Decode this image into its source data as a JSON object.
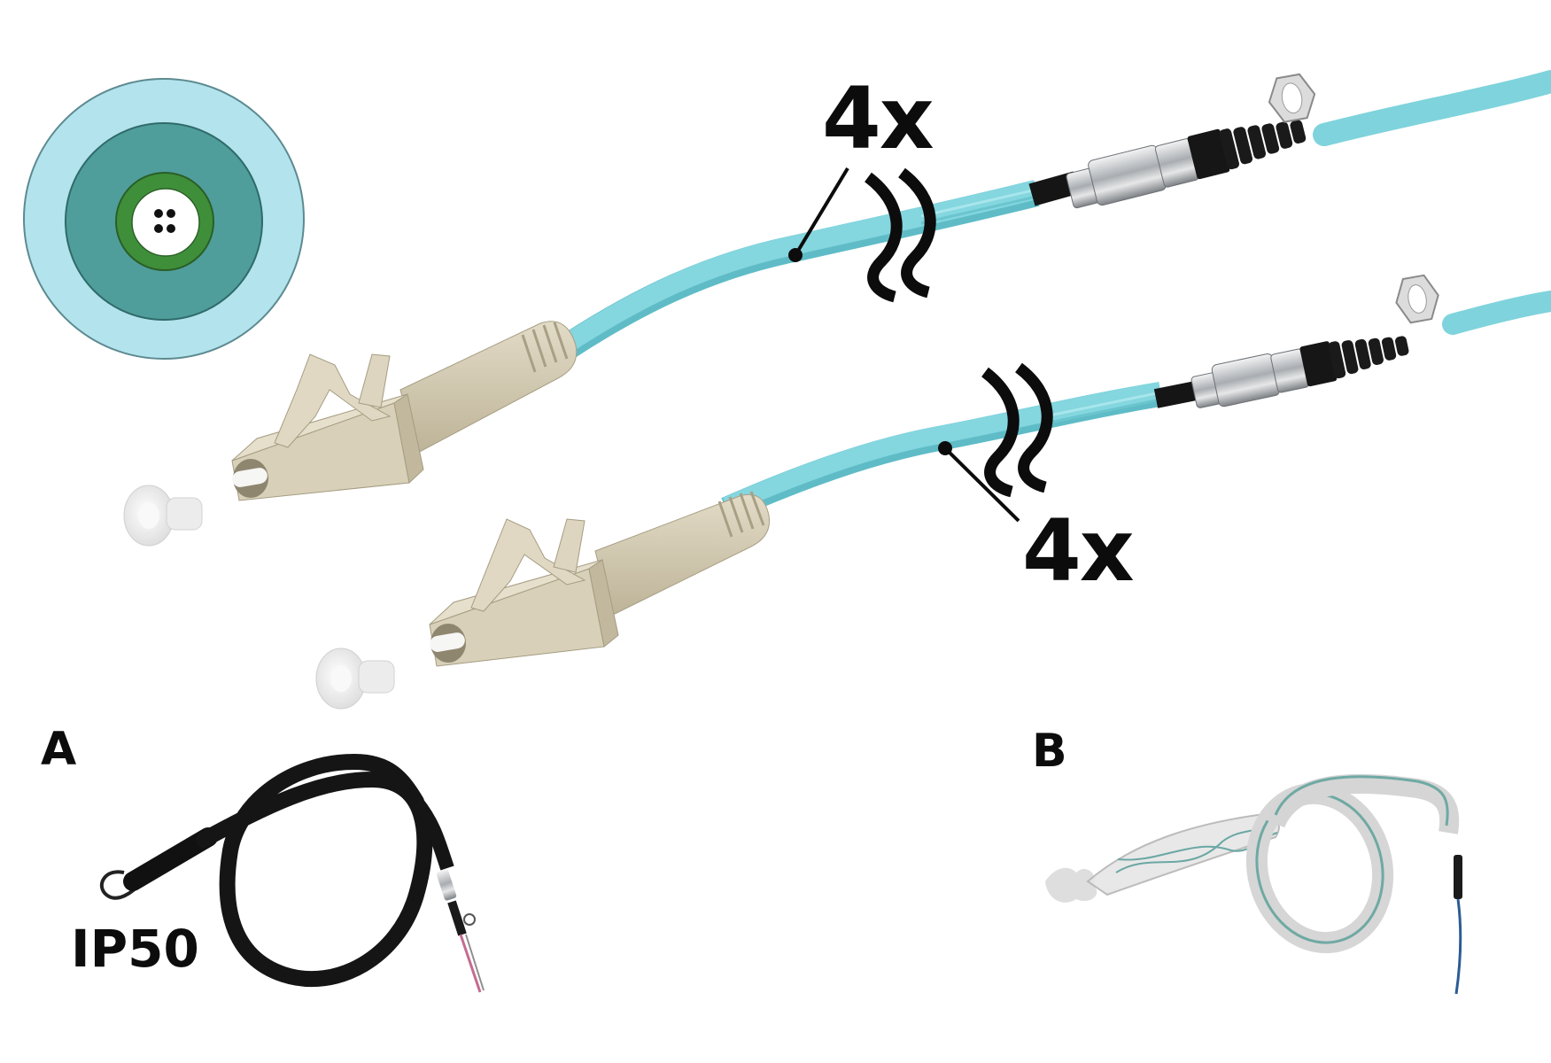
{
  "figure": {
    "type": "fiber-optic cable assembly illustration",
    "colors": {
      "cable_aqua": "#7fd3dc",
      "cable_aqua_shadow": "#5fbcc7",
      "connector_beige": "#d8d0b8",
      "connector_beige_dark": "#b9af95",
      "cross_section_outer": "#b3e3ec",
      "cross_section_middle": "#4f9e9c",
      "cross_section_inner_ring": "#3f8f3a",
      "metal": "#c9cccf",
      "black": "#111111"
    }
  },
  "cross_section": {
    "name": "cable cross section",
    "fiber_count": 4
  },
  "assemblies": [
    {
      "name": "upper assembly",
      "count_label": "4x",
      "front_connector": "LC connector (beige)",
      "rear_connector": "metal pulling-eye connector with hex nut"
    },
    {
      "name": "lower assembly",
      "count_label": "4x",
      "front_connector": "LC connector (beige)",
      "rear_connector": "metal pulling-eye connector with hex nut"
    }
  ],
  "panels": {
    "a": {
      "letter": "A",
      "rating": "IP50",
      "description": "black protective pulling sock"
    },
    "b": {
      "letter": "B",
      "description": "mesh pulling grip"
    }
  }
}
